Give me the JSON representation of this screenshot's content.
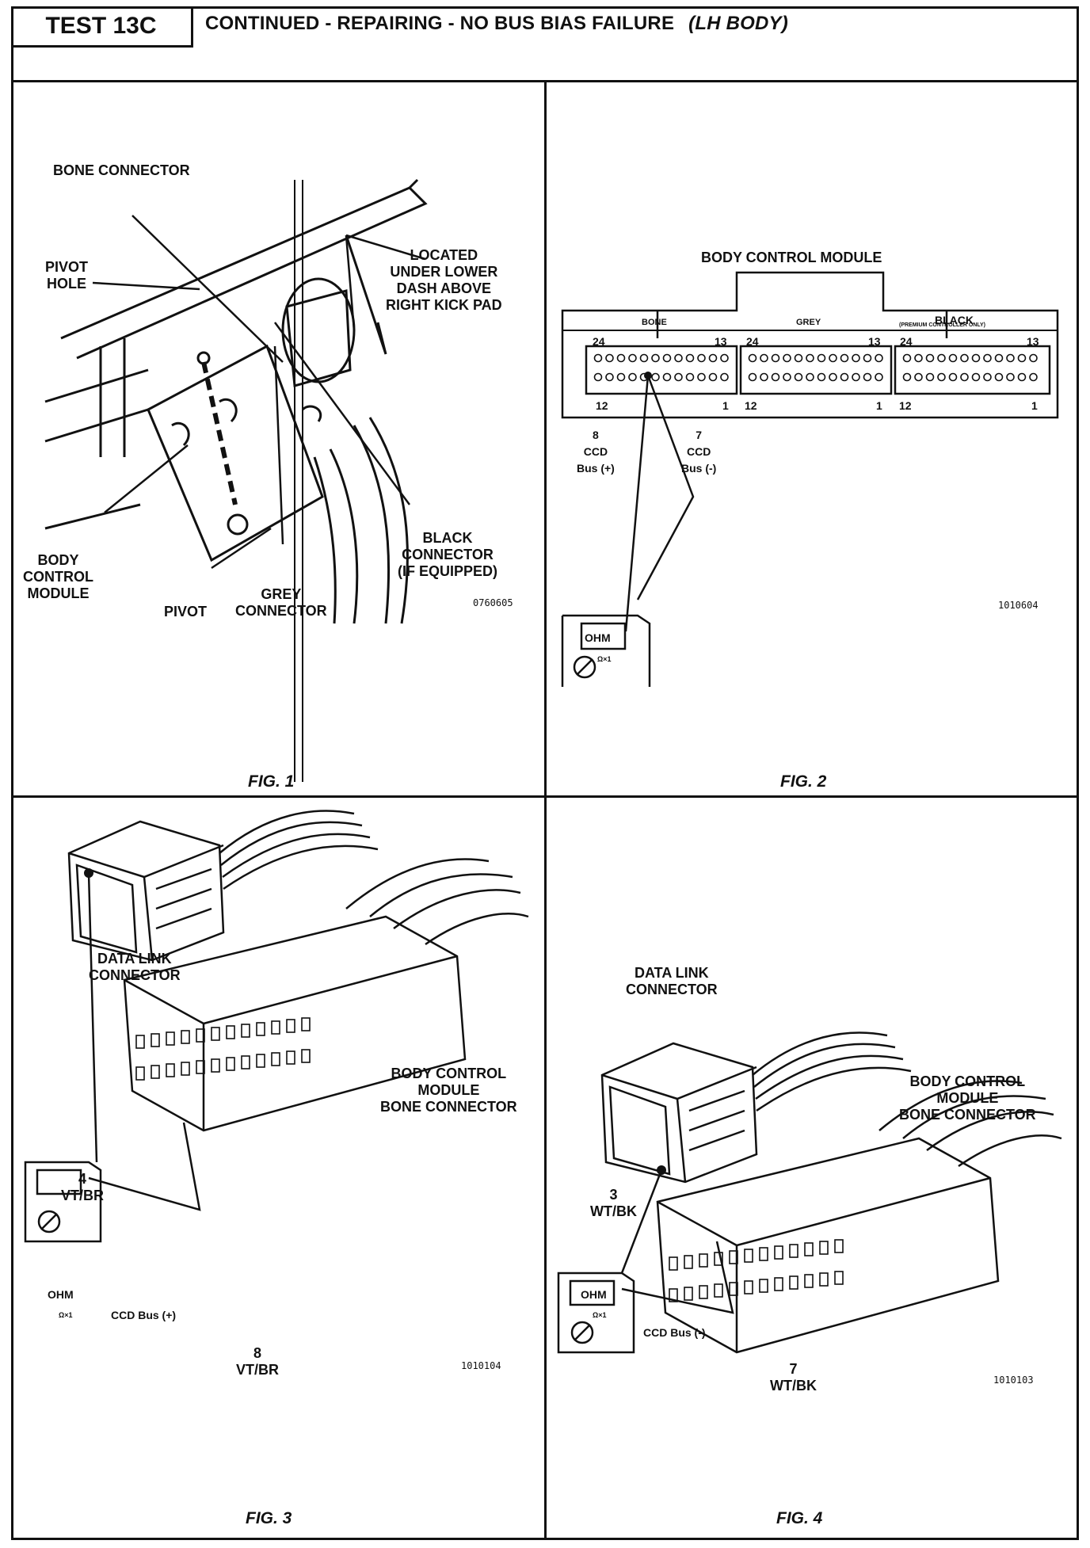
{
  "header": {
    "test_id": "TEST 13C",
    "title": "CONTINUED -  REPAIRING - NO BUS BIAS FAILURE",
    "title_suffix": "(LH BODY)"
  },
  "fig1": {
    "caption": "FIG. 1",
    "code": "0760605",
    "labels": {
      "bone_connector": "BONE CONNECTOR",
      "pivot_hole": "PIVOT\nHOLE",
      "located": "LOCATED\nUNDER LOWER\nDASH ABOVE\nRIGHT KICK PAD",
      "body_control_module": "BODY\nCONTROL\nMODULE",
      "pivot": "PIVOT",
      "grey_connector": "GREY\nCONNECTOR",
      "black_connector": "BLACK\nCONNECTOR\n(IF EQUIPPED)"
    }
  },
  "fig2": {
    "caption": "FIG. 2",
    "code": "1010604",
    "title": "BODY CONTROL MODULE",
    "connectors": [
      "BONE",
      "GREY",
      "BLACK"
    ],
    "black_note": "(PREMIUM CONTROLLER ONLY)",
    "pin_numbers": {
      "p24": "24",
      "p13": "13",
      "p12": "12",
      "p1": "1"
    },
    "probe_left": "8\nCCD\nBus (+)",
    "probe_right": "7\nCCD\nBus (-)",
    "meter_label": "OHM",
    "meter_scale": "Ω×1"
  },
  "fig3": {
    "caption": "FIG. 3",
    "code": "1010104",
    "data_link": "DATA LINK\nCONNECTOR",
    "bcm": "BODY CONTROL\nMODULE\nBONE CONNECTOR",
    "pin_left": "4\nVT/BR",
    "bus": "CCD Bus (+)",
    "pin_bottom": "8\nVT/BR",
    "meter_label": "OHM",
    "meter_scale": "Ω×1"
  },
  "fig4": {
    "caption": "FIG. 4",
    "code": "1010103",
    "data_link": "DATA LINK\nCONNECTOR",
    "bcm": "BODY CONTROL\nMODULE\nBONE CONNECTOR",
    "pin_left": "3\nWT/BK",
    "bus": "CCD Bus (-)",
    "pin_bottom": "7\nWT/BK",
    "meter_label": "OHM",
    "meter_scale": "Ω×1"
  }
}
